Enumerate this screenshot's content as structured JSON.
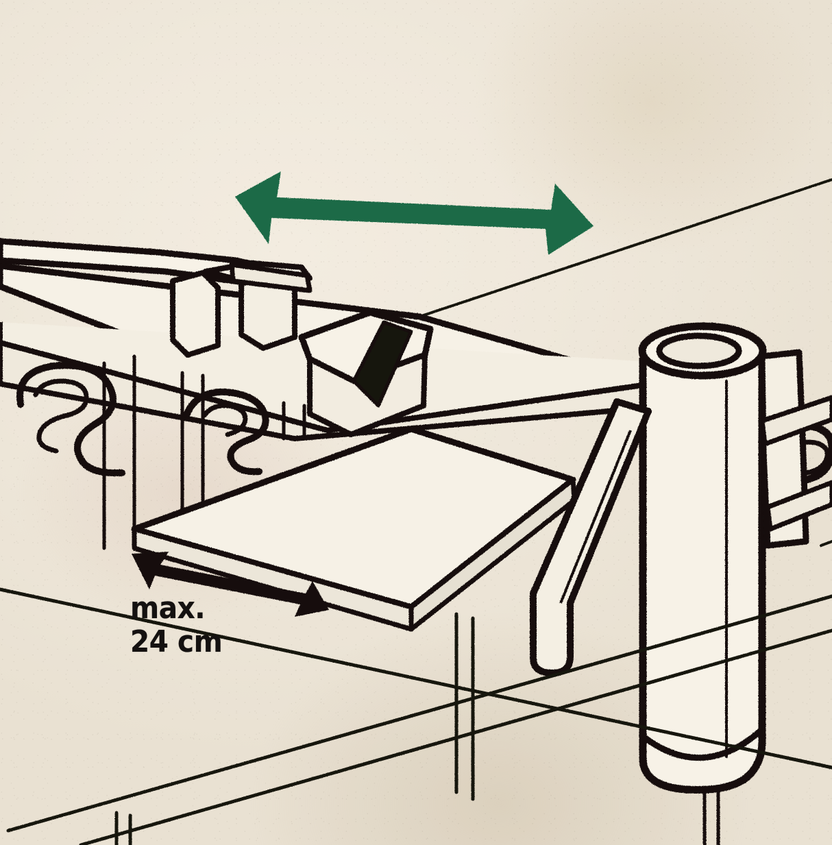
{
  "document": {
    "type": "assembly-instruction-illustration",
    "subject": "Workbench clamp / saw guide rail with sliding stop",
    "medium": "printed line drawing on cream paper"
  },
  "palette": {
    "paper": "#efe9dd",
    "ink": "#141110",
    "accent_green": "#1d6b47"
  },
  "annotations": {
    "movement_arrow": {
      "icon": "double-headed-arrow-icon",
      "color": "#1d6b47",
      "direction": "bidirectional-horizontal",
      "meaning": "slide back and forth"
    },
    "dimension_arrow": {
      "icon": "double-headed-arrow-icon",
      "color": "#141110",
      "direction": "bidirectional-diagonal",
      "meaning": "measured travel distance"
    },
    "dimension_label": {
      "line1": "max.",
      "line2": "24 cm",
      "value": 24,
      "unit": "cm",
      "qualifier": "max."
    }
  },
  "parts": [
    {
      "name": "guide-rail",
      "description": "long horizontal rail across the top of the bench"
    },
    {
      "name": "sliding-stop-block",
      "description": "adjustable stop block riding on the rail"
    },
    {
      "name": "clamp-hook-left",
      "description": "curved hook latch at the left end of the rail"
    },
    {
      "name": "clamp-hook-right",
      "description": "curved hook latch at the right side"
    },
    {
      "name": "workpiece-board",
      "description": "flat board resting on the bench surface"
    },
    {
      "name": "support-post",
      "description": "vertical cylindrical post with open top"
    },
    {
      "name": "bench-top",
      "description": "work surface with far edge running diagonally"
    },
    {
      "name": "bench-leg",
      "description": "thin leg lines below the bench top"
    }
  ]
}
